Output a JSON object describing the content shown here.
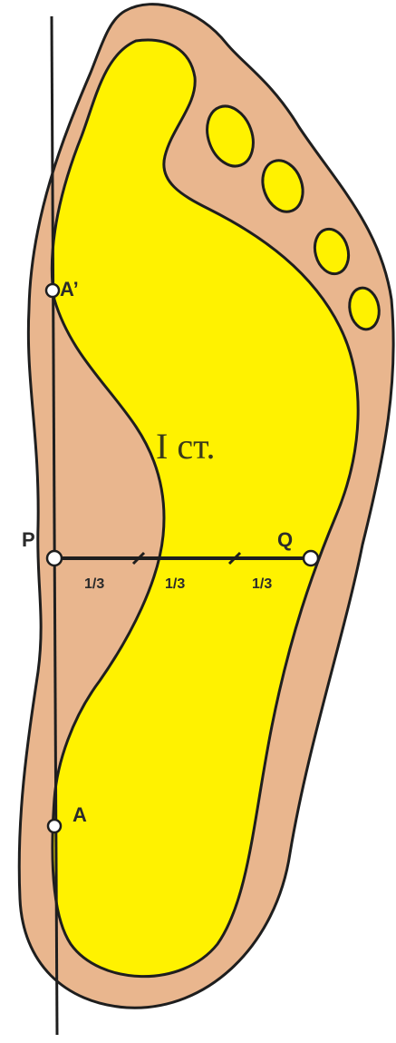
{
  "colors": {
    "outer_foot": "#E9B68E",
    "footprint": "#FFF200",
    "outline": "#1E1E1E",
    "point_fill": "#FFFFFF"
  },
  "labels": {
    "point_a_prime": "A’",
    "point_a": "A",
    "point_p": "P",
    "point_q": "Q",
    "arch_degree": "I ст.",
    "third_1": "1/3",
    "third_2": "1/3",
    "third_3": "1/3"
  }
}
